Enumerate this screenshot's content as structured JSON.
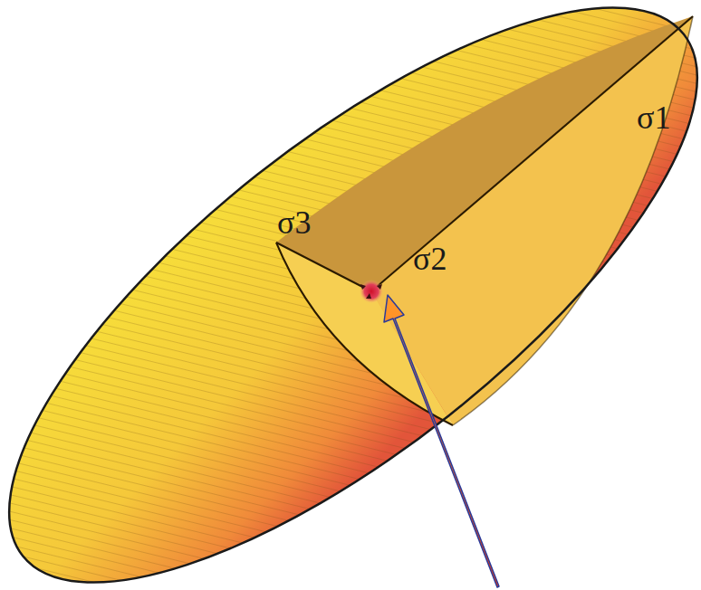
{
  "diagram": {
    "labels": [
      "σ1",
      "σ3",
      "σ2"
    ]
  }
}
